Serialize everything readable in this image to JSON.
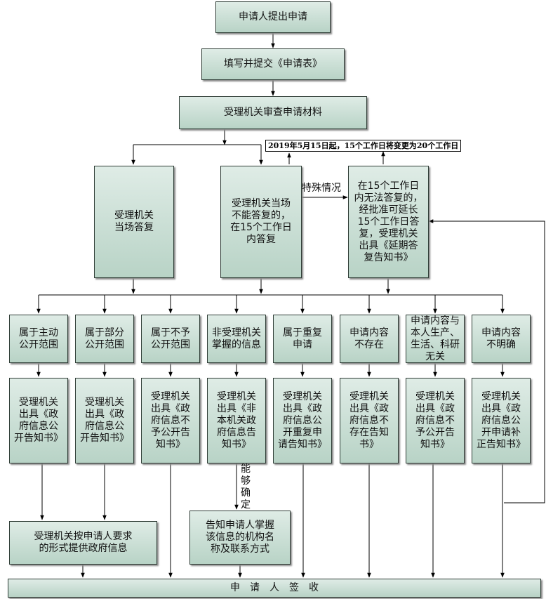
{
  "steps": {
    "apply": "申请人提出申请",
    "fill_form": "填写并提交《申请表》",
    "review": "受理机关审查申请材料",
    "reply_onsite": "受理机关\n当场答复",
    "reply_15days": "受理机关当场\n不能答复的，\n在15个工作日\n内答复",
    "extension": "在15个工作日\n内无法答复的，\n经批准可延长\n15个工作日答\n复，受理机关\n出具《延期答\n复告知书》",
    "special_label": "特殊情况",
    "date_note": "2019年5月15日起，15个工作日将变更为20个工作日"
  },
  "categories": [
    "属于主动\n公开范围",
    "属于部分\n公开范围",
    "属于不予\n公开范围",
    "非受理机关\n掌握的信息",
    "属于重复\n申请",
    "申请内容\n不存在",
    "申请内容与\n本人生产、\n生活、科研\n无关",
    "申请内容\n不明确"
  ],
  "notices": [
    "受理机关\n出具《政\n府信息公\n开告知书》",
    "受理机关\n出具《政\n府信息公\n开告知书》",
    "受理机关\n出具《政\n府信息不\n予公开告\n知书》",
    "受理机关\n出具《非\n本机关政\n府信息告\n知书》",
    "受理机关\n出具《政\n府信息公\n开重复申\n请告知书》",
    "受理机关\n出具《政\n府信息不\n存在告知\n书》",
    "受理机关\n出具《政\n府信息不\n予公开告\n知书》",
    "受理机关\n出具《政\n府信息公\n开申请补\n正告知书》"
  ],
  "final": {
    "provide_info": "受理机关按申请人要求\n的形式提供政府信息",
    "determinable_label": "能\n够\n确\n定",
    "inform_agency": "告知申请人掌握\n该信息的机构名\n称及联系方式",
    "sign": "申　请　人　签　收"
  }
}
